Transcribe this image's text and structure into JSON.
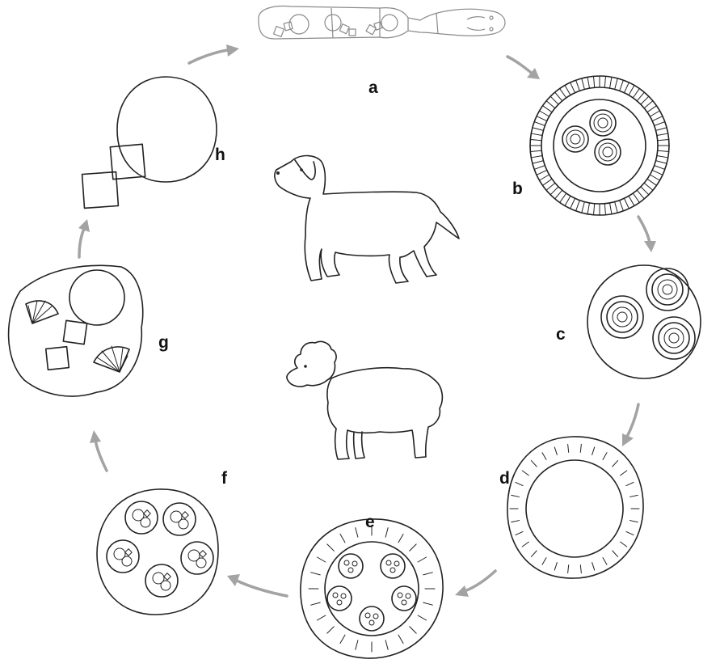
{
  "stages": [
    {
      "id": "a",
      "label": "a"
    },
    {
      "id": "b",
      "label": "b"
    },
    {
      "id": "c",
      "label": "c"
    },
    {
      "id": "d",
      "label": "d"
    },
    {
      "id": "e",
      "label": "e"
    },
    {
      "id": "f",
      "label": "f"
    },
    {
      "id": "g",
      "label": "g"
    },
    {
      "id": "h",
      "label": "h"
    }
  ],
  "hosts": [
    "dog",
    "sheep"
  ],
  "colors": {
    "line": "#222222",
    "arrow": "#a3a3a3",
    "faint": "#8a8a8a"
  }
}
